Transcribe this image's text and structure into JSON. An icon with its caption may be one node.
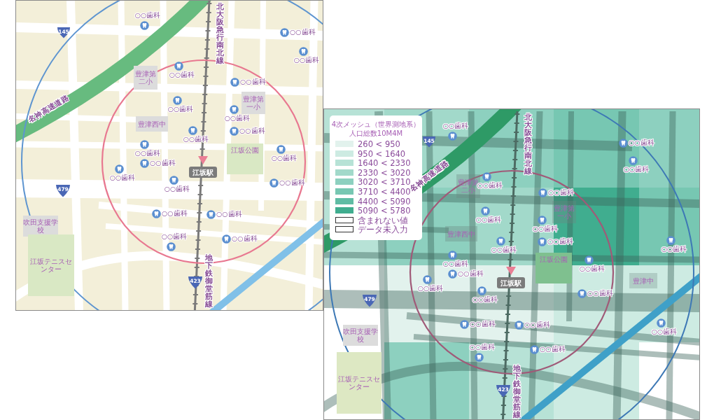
{
  "diagram": {
    "nodes": [
      {
        "text": [
          "145"
        ]
      },
      {
        "text": [
          "豊津第二小"
        ]
      },
      {
        "text": [
          "豊津第一小"
        ]
      },
      {
        "text": [
          "豊津西中"
        ]
      },
      {
        "text": [
          "江坂公園"
        ]
      },
      {
        "text": [
          "江坂駅"
        ]
      },
      {
        "text": [
          "479"
        ]
      },
      {
        "text": [
          "吹田支援学校"
        ]
      },
      {
        "text": [
          "江坂テニスセンター"
        ]
      },
      {
        "text": [
          "423"
        ]
      },
      {
        "text": [
          "145"
        ]
      },
      {
        "text": [
          "豊津第二小"
        ]
      },
      {
        "text": [
          "豊津第一小"
        ]
      },
      {
        "text": [
          "豊津西中"
        ]
      },
      {
        "text": [
          "江坂公園"
        ]
      },
      {
        "text": [
          "江坂駅"
        ]
      },
      {
        "text": [
          "479"
        ]
      },
      {
        "text": [
          "豊津中"
        ]
      },
      {
        "text": [
          "吹田支援学校"
        ]
      },
      {
        "text": [
          "江坂テニスセンター"
        ]
      },
      {
        "text": [
          "423"
        ]
      }
    ],
    "labels": [
      "北大阪急行南北線",
      "名神高速道路",
      "地下鉄御堂筋線",
      "○○歯科",
      "○○歯科",
      "○○歯科",
      "○○歯科",
      "○○歯科",
      "○○歯科",
      "○○歯科",
      "○○歯科",
      "○○歯科",
      "○○歯科",
      "○○歯科",
      "○○歯科",
      "○○歯科",
      "○○歯科",
      "○○歯科",
      "○○歯科",
      "○○歯科",
      "○○歯科",
      "○○歯科",
      "北大阪急行南北線",
      "名神高速道路",
      "地下鉄御堂筋線",
      "○○歯科",
      "○○歯科",
      "○○歯科",
      "○○歯科",
      "○○歯科",
      "○○歯科",
      "○○歯科",
      "○○歯科",
      "○○歯科",
      "○○歯科",
      "○○歯科",
      "○○歯科",
      "○○歯科",
      "○○歯科",
      "○○歯科",
      "○○歯科",
      "○○歯科",
      "○○歯科",
      "○○歯科",
      "○○歯科",
      "○○歯科",
      "4次メッシュ（世界測地系）",
      "人口総数10M4M"
    ],
    "legend": [
      {
        "text": "260 < 950",
        "color": "#e2f2ed"
      },
      {
        "text": "950 < 1640",
        "color": "#cdebe2"
      },
      {
        "text": "1640 < 2330",
        "color": "#b7e2d6"
      },
      {
        "text": "2330 < 3020",
        "color": "#a2d9ca"
      },
      {
        "text": "3020 < 3710",
        "color": "#8dd0bf"
      },
      {
        "text": "3710 < 4400",
        "color": "#77c7b2"
      },
      {
        "text": "4400 < 5090",
        "color": "#5fbca4"
      },
      {
        "text": "5090 < 5780",
        "color": "#40ad8f"
      },
      {
        "text": "含まれない値"
      },
      {
        "text": "データ未入力"
      }
    ]
  }
}
